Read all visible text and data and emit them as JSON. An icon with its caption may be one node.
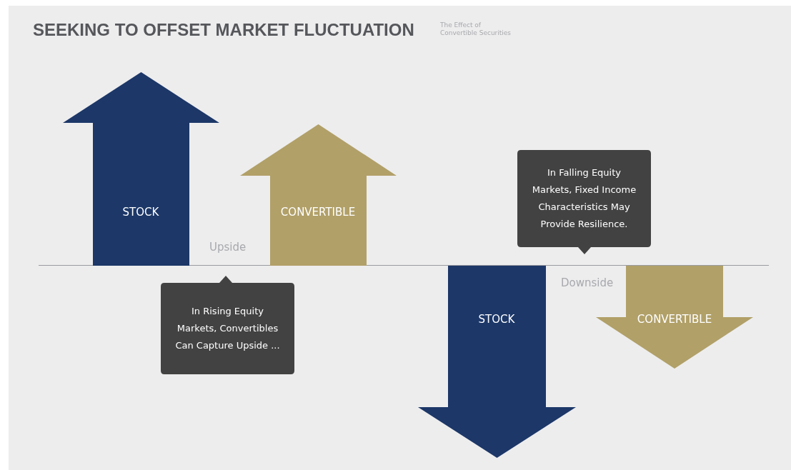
{
  "diagram": {
    "title": "SEEKING TO OFFSET MARKET FLUCTUATION",
    "nodes": [
      {
        "text": [
          "STOCK"
        ]
      },
      {
        "text": [
          "CONVERTIBLE"
        ]
      },
      {
        "text": [
          "In Rising Equity Markets, Convertibles Can Capture Upside ..."
        ]
      },
      {
        "text": [
          "In Falling Equity Markets, Fixed Income Characteristics May Provide Resilience."
        ]
      },
      {
        "text": [
          "STOCK"
        ]
      },
      {
        "text": [
          "CONVERTIBLE"
        ]
      }
    ],
    "edges": [],
    "labels": [
      "The Effect of Convertible Securities",
      "Upside",
      "Downside"
    ]
  }
}
